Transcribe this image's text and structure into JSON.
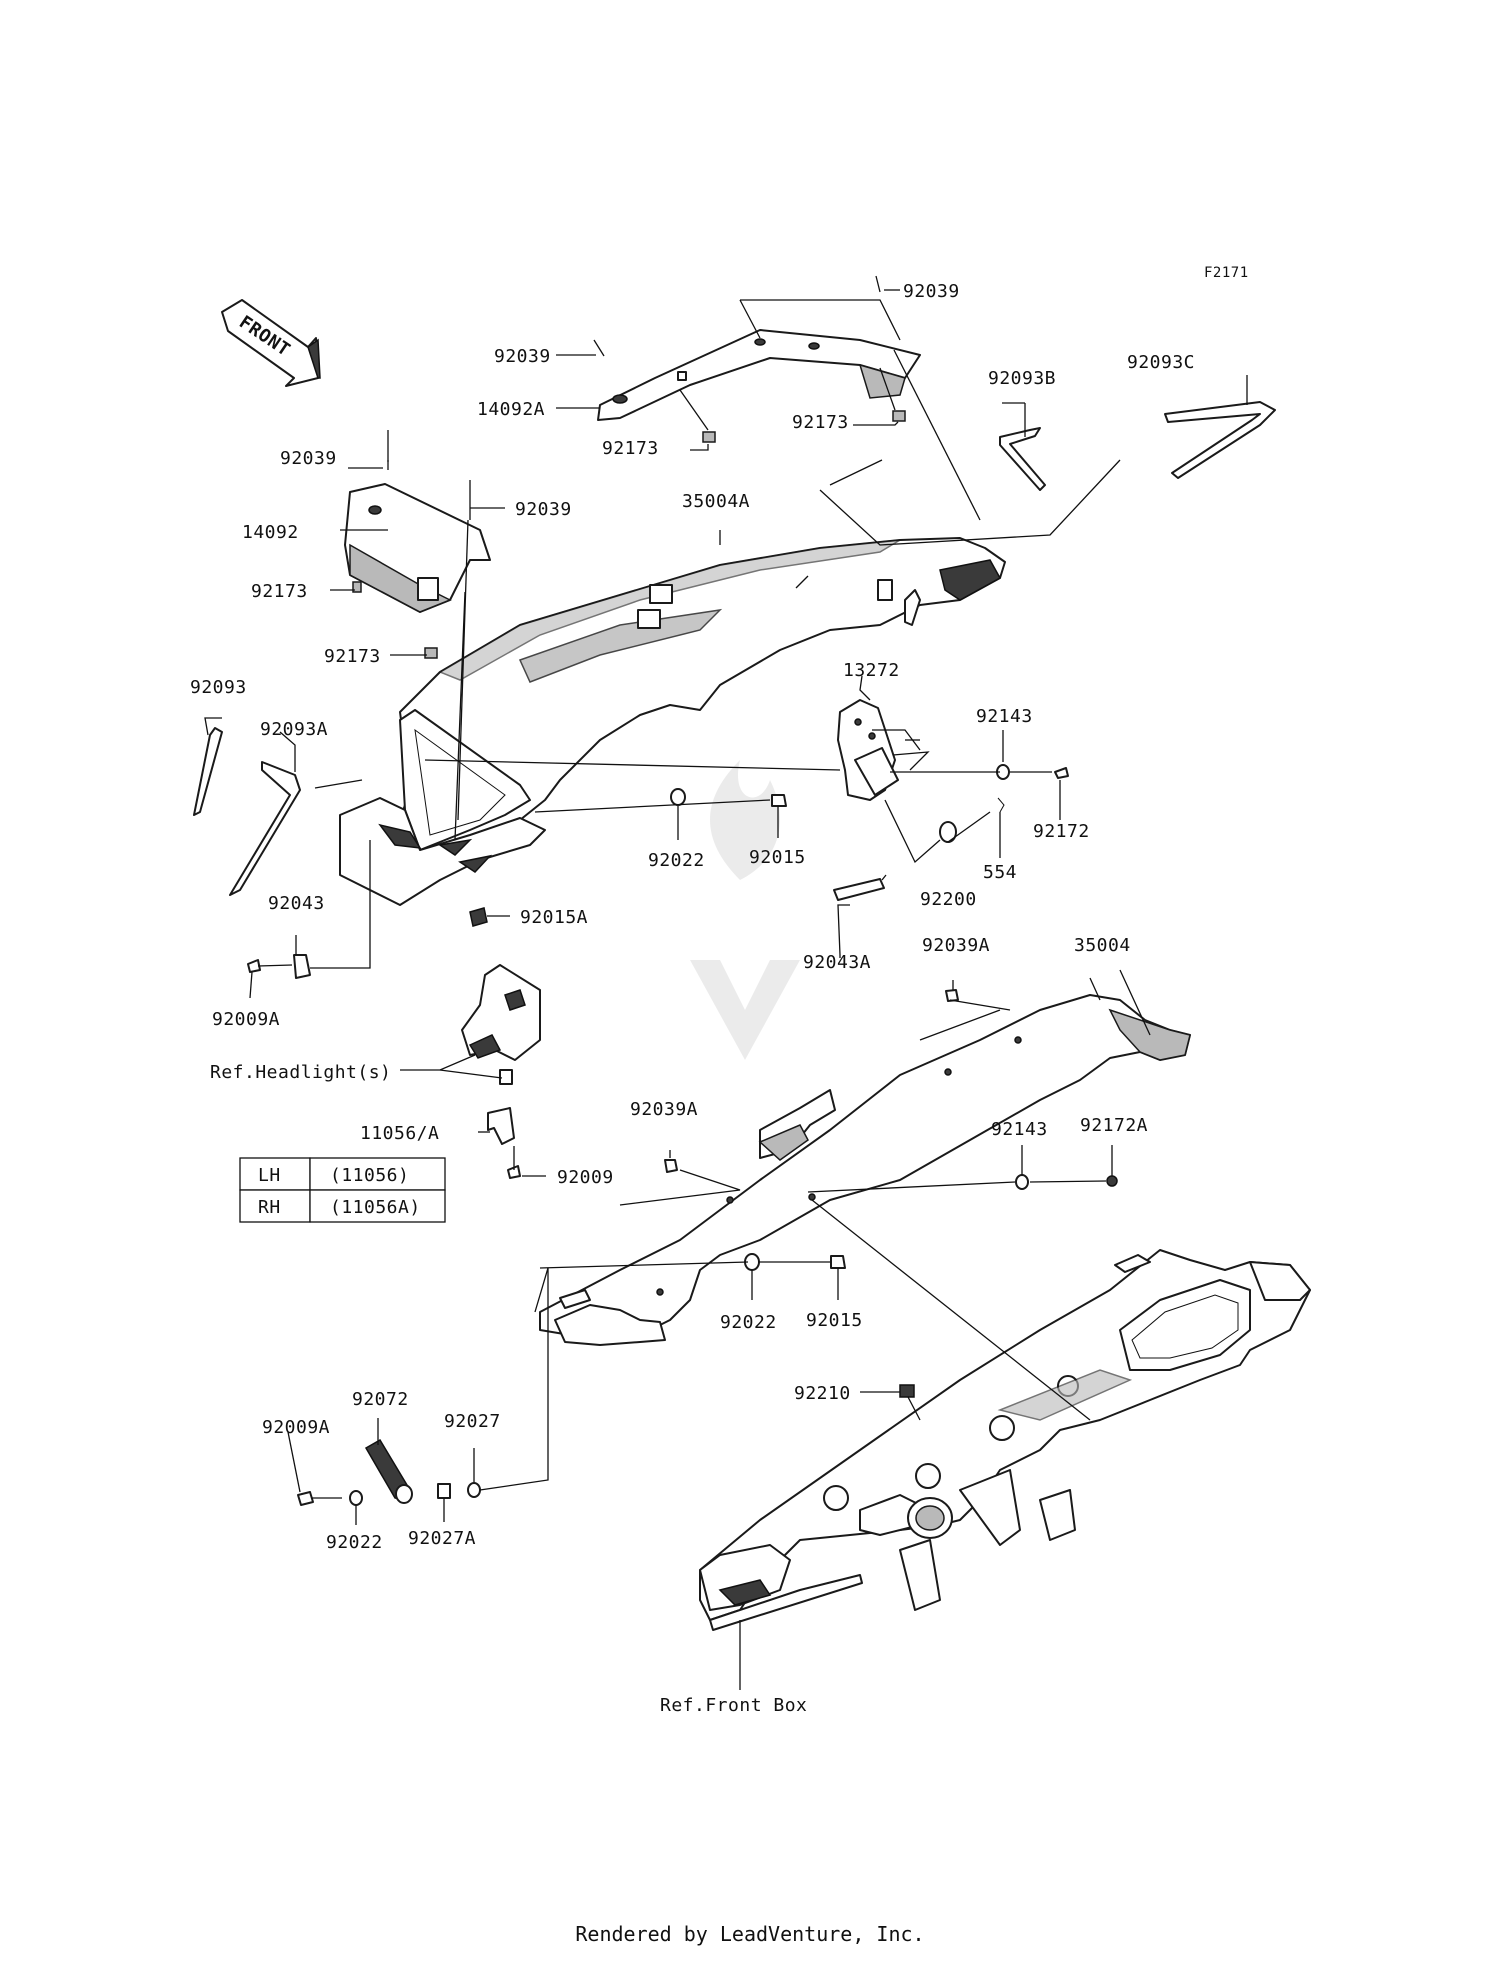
{
  "diagram_id": "F2171",
  "front_label": "FRONT",
  "labels": {
    "p92039_top": "92039",
    "p92039_a": "92039",
    "p14092A": "14092A",
    "p92173_a": "92173",
    "p92173_b": "92173",
    "p92093B": "92093B",
    "p92093C": "92093C",
    "p92039_b": "92039",
    "p92039_c": "92039",
    "p35004A": "35004A",
    "p14092": "14092",
    "p92173_c": "92173",
    "p92173_d": "92173",
    "p13272": "13272",
    "p92143_a": "92143",
    "p92093": "92093",
    "p92093A": "92093A",
    "p92172": "92172",
    "p92022_a": "92022",
    "p92015_a": "92015",
    "p554": "554",
    "p92200": "92200",
    "p92043": "92043",
    "p92015A": "92015A",
    "p92043A": "92043A",
    "p92039A_a": "92039A",
    "p35004": "35004",
    "p92009A_a": "92009A",
    "ref_headlight": "Ref.Headlight(s)",
    "p11056A": "11056/A",
    "p92039A_b": "92039A",
    "p92143_b": "92143",
    "p92172A": "92172A",
    "p92009": "92009",
    "p92022_b": "92022",
    "p92015_b": "92015",
    "p92072": "92072",
    "p92210": "92210",
    "p92009A_b": "92009A",
    "p92027": "92027",
    "p92022_c": "92022",
    "p92027A": "92027A",
    "ref_front_box": "Ref.Front Box"
  },
  "variant_table": {
    "rows": [
      {
        "side": "LH",
        "part": "(11056)"
      },
      {
        "side": "RH",
        "part": "(11056A)"
      }
    ]
  },
  "footer": "Rendered by LeadVenture, Inc."
}
